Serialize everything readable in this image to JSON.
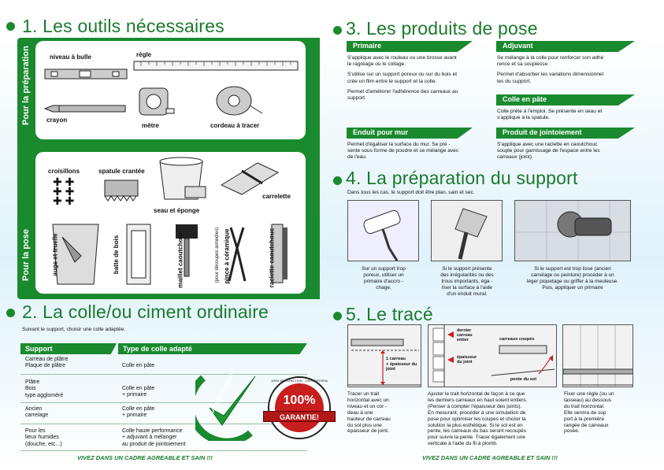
{
  "section1": {
    "title": "1. Les outils nécessaires",
    "side_prep": "Pour la préparation",
    "side_pose": "Pour la pose",
    "tools_prep": [
      "niveau à bulle",
      "règle",
      "crayon",
      "mètre",
      "cordeau à tracer"
    ],
    "tools_pose": [
      "croisillons",
      "spatule crantée",
      "seau et éponge",
      "carrelette",
      "auge et truelle",
      "batte de bois",
      "maillet caoutchouc",
      "pince à céramique",
      "(pour découpes arrondies)",
      "raclette caoutchouc"
    ]
  },
  "section2": {
    "title": "2. La colle/ou ciment ordinaire",
    "intro": "Suivant le support, choisir une colle adaptée.",
    "col_support": "Support",
    "col_type": "Type de colle adapté",
    "rows": [
      {
        "support": [
          "Carreau de plâtre",
          "Plaque de plâtre"
        ],
        "type": [
          "Colle en pâte"
        ]
      },
      {
        "support": [
          "Plâtre",
          "Bois",
          "type aggloméré"
        ],
        "type": [
          "Colle en pâte",
          "+ primaire"
        ]
      },
      {
        "support": [
          "Ancien",
          "carrelage"
        ],
        "type": [
          "Colle en pâte",
          "+ primaire"
        ]
      },
      {
        "support": [
          "Pour les",
          "lieux humides",
          "(douche, etc...)"
        ],
        "type": [
          "Colle haute performance",
          "+ adjuvant à mélanger",
          "au produit de jointoiement"
        ]
      }
    ],
    "badge_quality": "ENGAGEMENT QUALITÉ",
    "badge_pct": "100%",
    "badge_garantie": "GARANTIE!",
    "badge_ring": "100% SATISFACTION · 100% SATISFACTION ·",
    "footer": "VIVEZ DANS UN CADRE AGREABLE ET SAIN !!!"
  },
  "section3": {
    "title": "3. Les produits de pose",
    "primaire": {
      "label": "Primaire",
      "lines": [
        "S'applique avec le rouleau ou une brosse avant",
        "le ragréage ou le collage.",
        "",
        "S'utilise sur un support poreux ou sur du bois et",
        "crée un film entre le support et la colle.",
        "",
        "Permet d'améliorer l'adhérence des carreaux au",
        "support."
      ]
    },
    "adjuvant": {
      "label": "Adjuvant",
      "lines": [
        "Se mélange à la colle pour renforcer son adhé",
        "rence et sa souplesse.",
        "",
        "Permet d'absorber les variations dimensionnel",
        "les du support."
      ]
    },
    "colle": {
      "label": "Colle en pâte",
      "lines": [
        "Colle prête à l'emploi. Se présente en seau et",
        "s'applique à la spatule."
      ]
    },
    "enduit": {
      "label": "Enduit pour mur",
      "lines": [
        "Permet d'égaliser la surface du mur. Se pré        -",
        "sente sous forme de poudre et se mélange avec",
        "de l'eau."
      ]
    },
    "joint": {
      "label": "Produit de jointoiement",
      "lines": [
        "S'applique avec une raclette en caoutchouc",
        "souple pour garnissage de l'espace entre les",
        "carreaux (joint)."
      ]
    }
  },
  "section4": {
    "title": "4. La préparation du support",
    "intro": "Dans tous les cas, le support doit être plan, sain et sec.",
    "captions": [
      [
        "Sur un support trop",
        "poreux, utiliser un",
        "primaire d'accro  -",
        "chage."
      ],
      [
        "Si le support présente",
        "des irrégularités ou des",
        "trous importants, éga -",
        "liser la surface à l'aide",
        "d'un enduit mural."
      ],
      [
        "Si le support est trop lisse (ancien",
        "carrelage ou peinture) procéder à un",
        "léger piquetage ou griffer à la meuleuse.",
        "Puis, appliquer un primaire"
      ]
    ]
  },
  "section5": {
    "title": "5. Le tracé",
    "labels": {
      "carreau": "1 carreau",
      "joint": "+ épaisseur du joint",
      "dernier": "dernier",
      "carreau_entier": "carreau",
      "entier": "entier",
      "epaisseur": "épaisseur",
      "du_joint": "du joint",
      "coupes": "carreaux coupés",
      "pente": "pente du sol"
    },
    "captions": [
      [
        "Tracer un trait",
        "horizontal avec un",
        "niveau et un cor -",
        "deau à une",
        "hauteur de carreau",
        "du sol plus une",
        "épaisseur de joint."
      ],
      [
        "Ajuster le trait horizontal de façon à ce que",
        "les derniers carreaux en haut soient entiers.",
        "(Penser à compter l'épaisseur des joints).",
        "En mesurant, procéder à une simulation de",
        "pose pour optimiser les coupes et choisir la",
        "solution la plus esthétique. Si le sol est en",
        "pente, les carreaux du bas seront recoupés",
        "pour suivre la pente. Tracer également une",
        "verticale à l'aide du fil à plomb."
      ],
      [
        "Fixer une règle (ou un",
        "tasseau) au dessous",
        "du trait horizontal.",
        "Elle servira de sup",
        "port à la première",
        "rangée de carreaux",
        "posée."
      ]
    ],
    "footer": "VIVEZ DANS UN CADRE AGREABLE ET SAIN !!!"
  },
  "colors": {
    "green": "#1a8a2e",
    "red": "#c81e1e"
  }
}
